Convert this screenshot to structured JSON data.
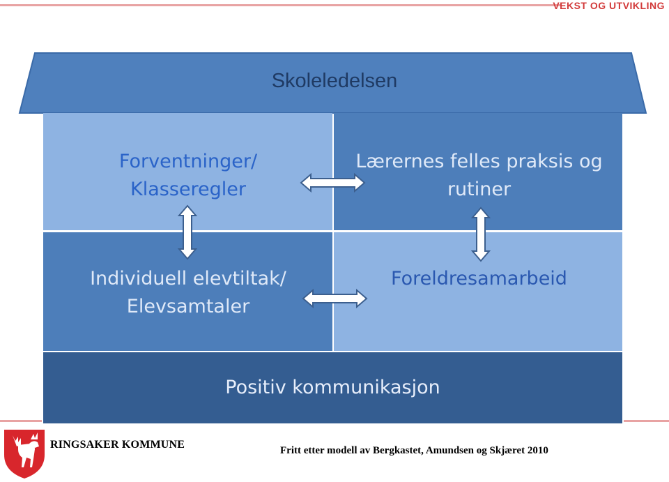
{
  "header": {
    "brand": "VEKST OG UTVIKLING"
  },
  "diagram": {
    "roof": "Skoleledelsen",
    "top_left": {
      "line1": "Forventninger/",
      "line2": "Klasseregler"
    },
    "top_right": {
      "line1": "Lærernes felles praksis og",
      "line2": "rutiner"
    },
    "bottom_left": {
      "line1": "Individuell elevtiltak/",
      "line2": "Elevsamtaler"
    },
    "bottom_right": {
      "line1": "Foreldresamarbeid"
    },
    "foundation": "Positiv kommunikasjon"
  },
  "footer": {
    "organization": "RINGSAKER KOMMUNE",
    "source": "Fritt etter modell av Bergkastet, Amundsen og Skjæret 2010"
  },
  "colors": {
    "light_blue": "#8eb3e2",
    "mid_blue": "#4d7eba",
    "dark_blue": "#345d91",
    "brand_red": "#d23a3a"
  }
}
